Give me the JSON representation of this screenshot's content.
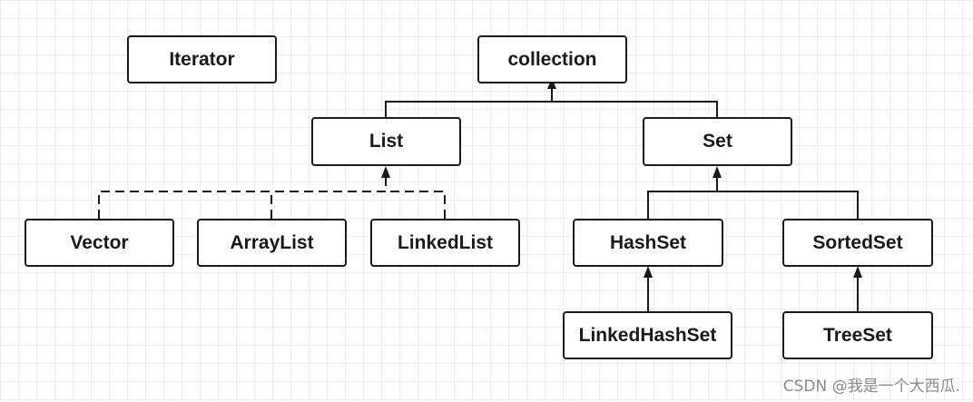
{
  "nodes": {
    "iterator": "Iterator",
    "collection": "collection",
    "list": "List",
    "set": "Set",
    "vector": "Vector",
    "arraylist": "ArrayList",
    "linkedlist": "LinkedList",
    "hashset": "HashSet",
    "sortedset": "SortedSet",
    "linkedhashset": "LinkedHashSet",
    "treeset": "TreeSet"
  },
  "relations": [
    {
      "from": "List",
      "to": "collection",
      "style": "solid"
    },
    {
      "from": "Set",
      "to": "collection",
      "style": "solid"
    },
    {
      "from": "Vector",
      "to": "List",
      "style": "dashed"
    },
    {
      "from": "ArrayList",
      "to": "List",
      "style": "dashed"
    },
    {
      "from": "LinkedList",
      "to": "List",
      "style": "dashed"
    },
    {
      "from": "HashSet",
      "to": "Set",
      "style": "solid"
    },
    {
      "from": "SortedSet",
      "to": "Set",
      "style": "solid"
    },
    {
      "from": "LinkedHashSet",
      "to": "HashSet",
      "style": "solid"
    },
    {
      "from": "TreeSet",
      "to": "SortedSet",
      "style": "solid"
    }
  ],
  "watermark": "CSDN @我是一个大西瓜."
}
